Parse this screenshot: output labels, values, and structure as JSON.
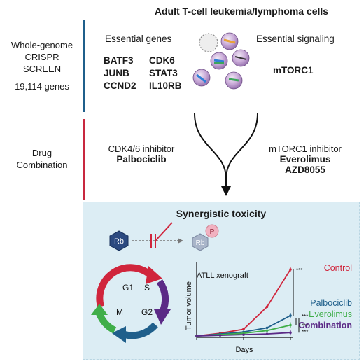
{
  "title": "Adult T-cell leukemia/lymphoma cells",
  "screen": {
    "lines": [
      "Whole-genome",
      "CRISPR",
      "SCREEN"
    ],
    "gene_count": "19,114 genes"
  },
  "drug_combination": {
    "lines": [
      "Drug",
      "Combination"
    ]
  },
  "essential_genes": {
    "heading": "Essential genes",
    "col1": [
      "BATF3",
      "JUNB",
      "CCND2"
    ],
    "col2": [
      "CDK6",
      "STAT3",
      "IL10RB"
    ]
  },
  "essential_signaling": {
    "heading": "Essential signaling",
    "pathway": "mTORC1"
  },
  "inhibitors": {
    "left": {
      "label": "CDK4/6 inhibitor",
      "drugs": [
        "Palbociclib"
      ]
    },
    "right": {
      "label": "mTORC1 inhibitor",
      "drugs": [
        "Everolimus",
        "AZD8055"
      ]
    }
  },
  "panel": {
    "title": "Synergistic toxicity",
    "rb_labels": {
      "rb_left": "Rb",
      "rb_right": "Rb",
      "phospho": "P"
    },
    "cycle_phases": [
      "G1",
      "S",
      "G2",
      "M"
    ],
    "colors": {
      "red": "#d0253c",
      "purple": "#5b2a86",
      "blue": "#1f5f8b",
      "green": "#3fae49",
      "navy": "#1f3f70"
    }
  },
  "chart_data": {
    "type": "line",
    "title": "ATLL xenograft",
    "xlabel": "Days",
    "ylabel": "Tumor volume",
    "x": [
      0,
      1,
      2,
      3,
      4
    ],
    "significance": "***",
    "series": [
      {
        "name": "Control",
        "color": "#d0253c",
        "values": [
          0.02,
          0.06,
          0.12,
          0.45,
          1.0
        ]
      },
      {
        "name": "Palbociclib",
        "color": "#1f5f8b",
        "values": [
          0.02,
          0.05,
          0.08,
          0.14,
          0.32
        ]
      },
      {
        "name": "Everolimus",
        "color": "#3fae49",
        "values": [
          0.02,
          0.04,
          0.06,
          0.1,
          0.18
        ]
      },
      {
        "name": "Combination",
        "color": "#5b2a86",
        "values": [
          0.02,
          0.03,
          0.04,
          0.05,
          0.07
        ]
      }
    ]
  }
}
